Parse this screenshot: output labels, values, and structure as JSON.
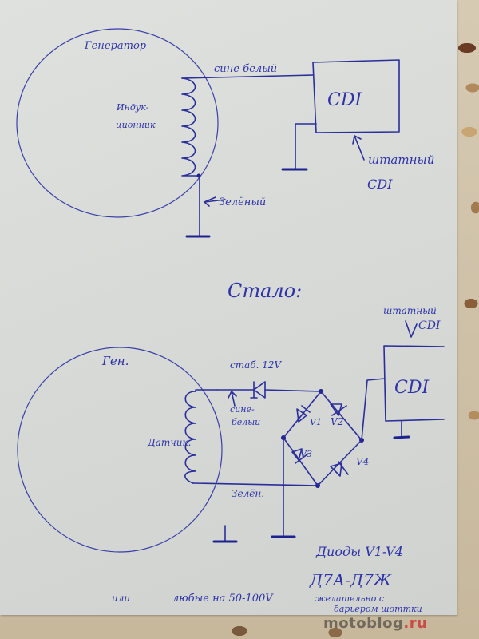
{
  "diagram": {
    "top_section": {
      "generator_label": "Генератор",
      "winding_label": [
        "Индук-",
        "ционник"
      ],
      "wire_blue_white": "сине-белый",
      "wire_green": "Зелёный",
      "cdi_label": "CDI",
      "stock_cdi_note": [
        "штатный",
        "CDI"
      ]
    },
    "divider_label": "Стало:",
    "bottom_section": {
      "generator_label": "Ген.",
      "winding_label": "Датчик.",
      "zener_label": "стаб. 12V",
      "wire_blue_white": [
        "сине-",
        "белый"
      ],
      "wire_green": "Зелён.",
      "diodes": [
        "V1",
        "V2",
        "V3",
        "V4"
      ],
      "cdi_label": "CDI",
      "stock_cdi_note": [
        "штатный",
        "CDI"
      ]
    },
    "notes": {
      "diodes_line": "Диоды V1-V4",
      "diode_types": "Д7А-Д7Ж",
      "alternative": "или",
      "alternative_detail": "любые на 50-100V",
      "preference": [
        "желательно с",
        "барьером шоттки"
      ]
    },
    "colors": {
      "ink": "#2a2e9a",
      "paper": "#dcdedb"
    }
  },
  "watermark": {
    "name": "motoblog",
    "tld": ".ru"
  }
}
